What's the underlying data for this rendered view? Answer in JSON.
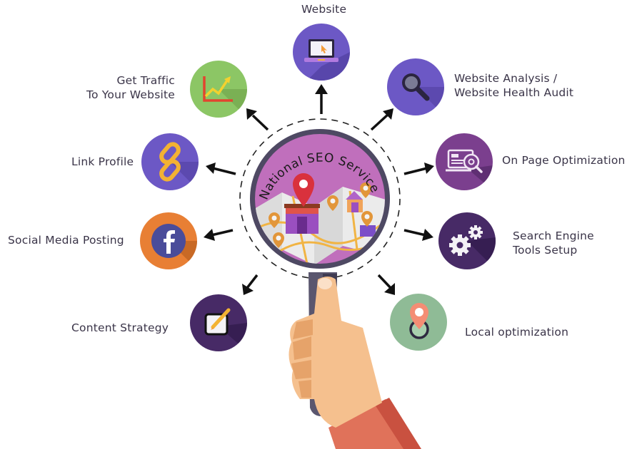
{
  "diagram": {
    "center": {
      "title": "National SEO Service",
      "colors": {
        "lens_fill": "#c06fbc",
        "rim": "#4e4963",
        "handle": "#5a566e"
      }
    },
    "nodes": [
      {
        "id": "website",
        "label_lines": [
          "Website"
        ],
        "icon": "laptop-icon",
        "color": "#6c58c5"
      },
      {
        "id": "analysis",
        "label_lines": [
          "Website Analysis /",
          "Website Health Audit"
        ],
        "icon": "magnifier-icon",
        "color": "#6c58c5"
      },
      {
        "id": "onpage",
        "label_lines": [
          "On Page Optimization"
        ],
        "icon": "screen-gear-icon",
        "color": "#7b3f8e"
      },
      {
        "id": "tools",
        "label_lines": [
          "Search Engine",
          "Tools Setup"
        ],
        "icon": "gears-icon",
        "color": "#472a66"
      },
      {
        "id": "local",
        "label_lines": [
          "Local optimization"
        ],
        "icon": "map-pin-icon",
        "color": "#8fbb96"
      },
      {
        "id": "content",
        "label_lines": [
          "Content Strategy"
        ],
        "icon": "edit-pencil-icon",
        "color": "#472a66"
      },
      {
        "id": "social",
        "label_lines": [
          "Social Media Posting"
        ],
        "icon": "facebook-icon",
        "color": "#e87f34"
      },
      {
        "id": "link",
        "label_lines": [
          "Link Profile"
        ],
        "icon": "chain-link-icon",
        "color": "#6c58c5"
      },
      {
        "id": "traffic",
        "label_lines": [
          "Get Traffic",
          "To Your Website"
        ],
        "icon": "growth-chart-icon",
        "color": "#8cc665"
      }
    ]
  }
}
